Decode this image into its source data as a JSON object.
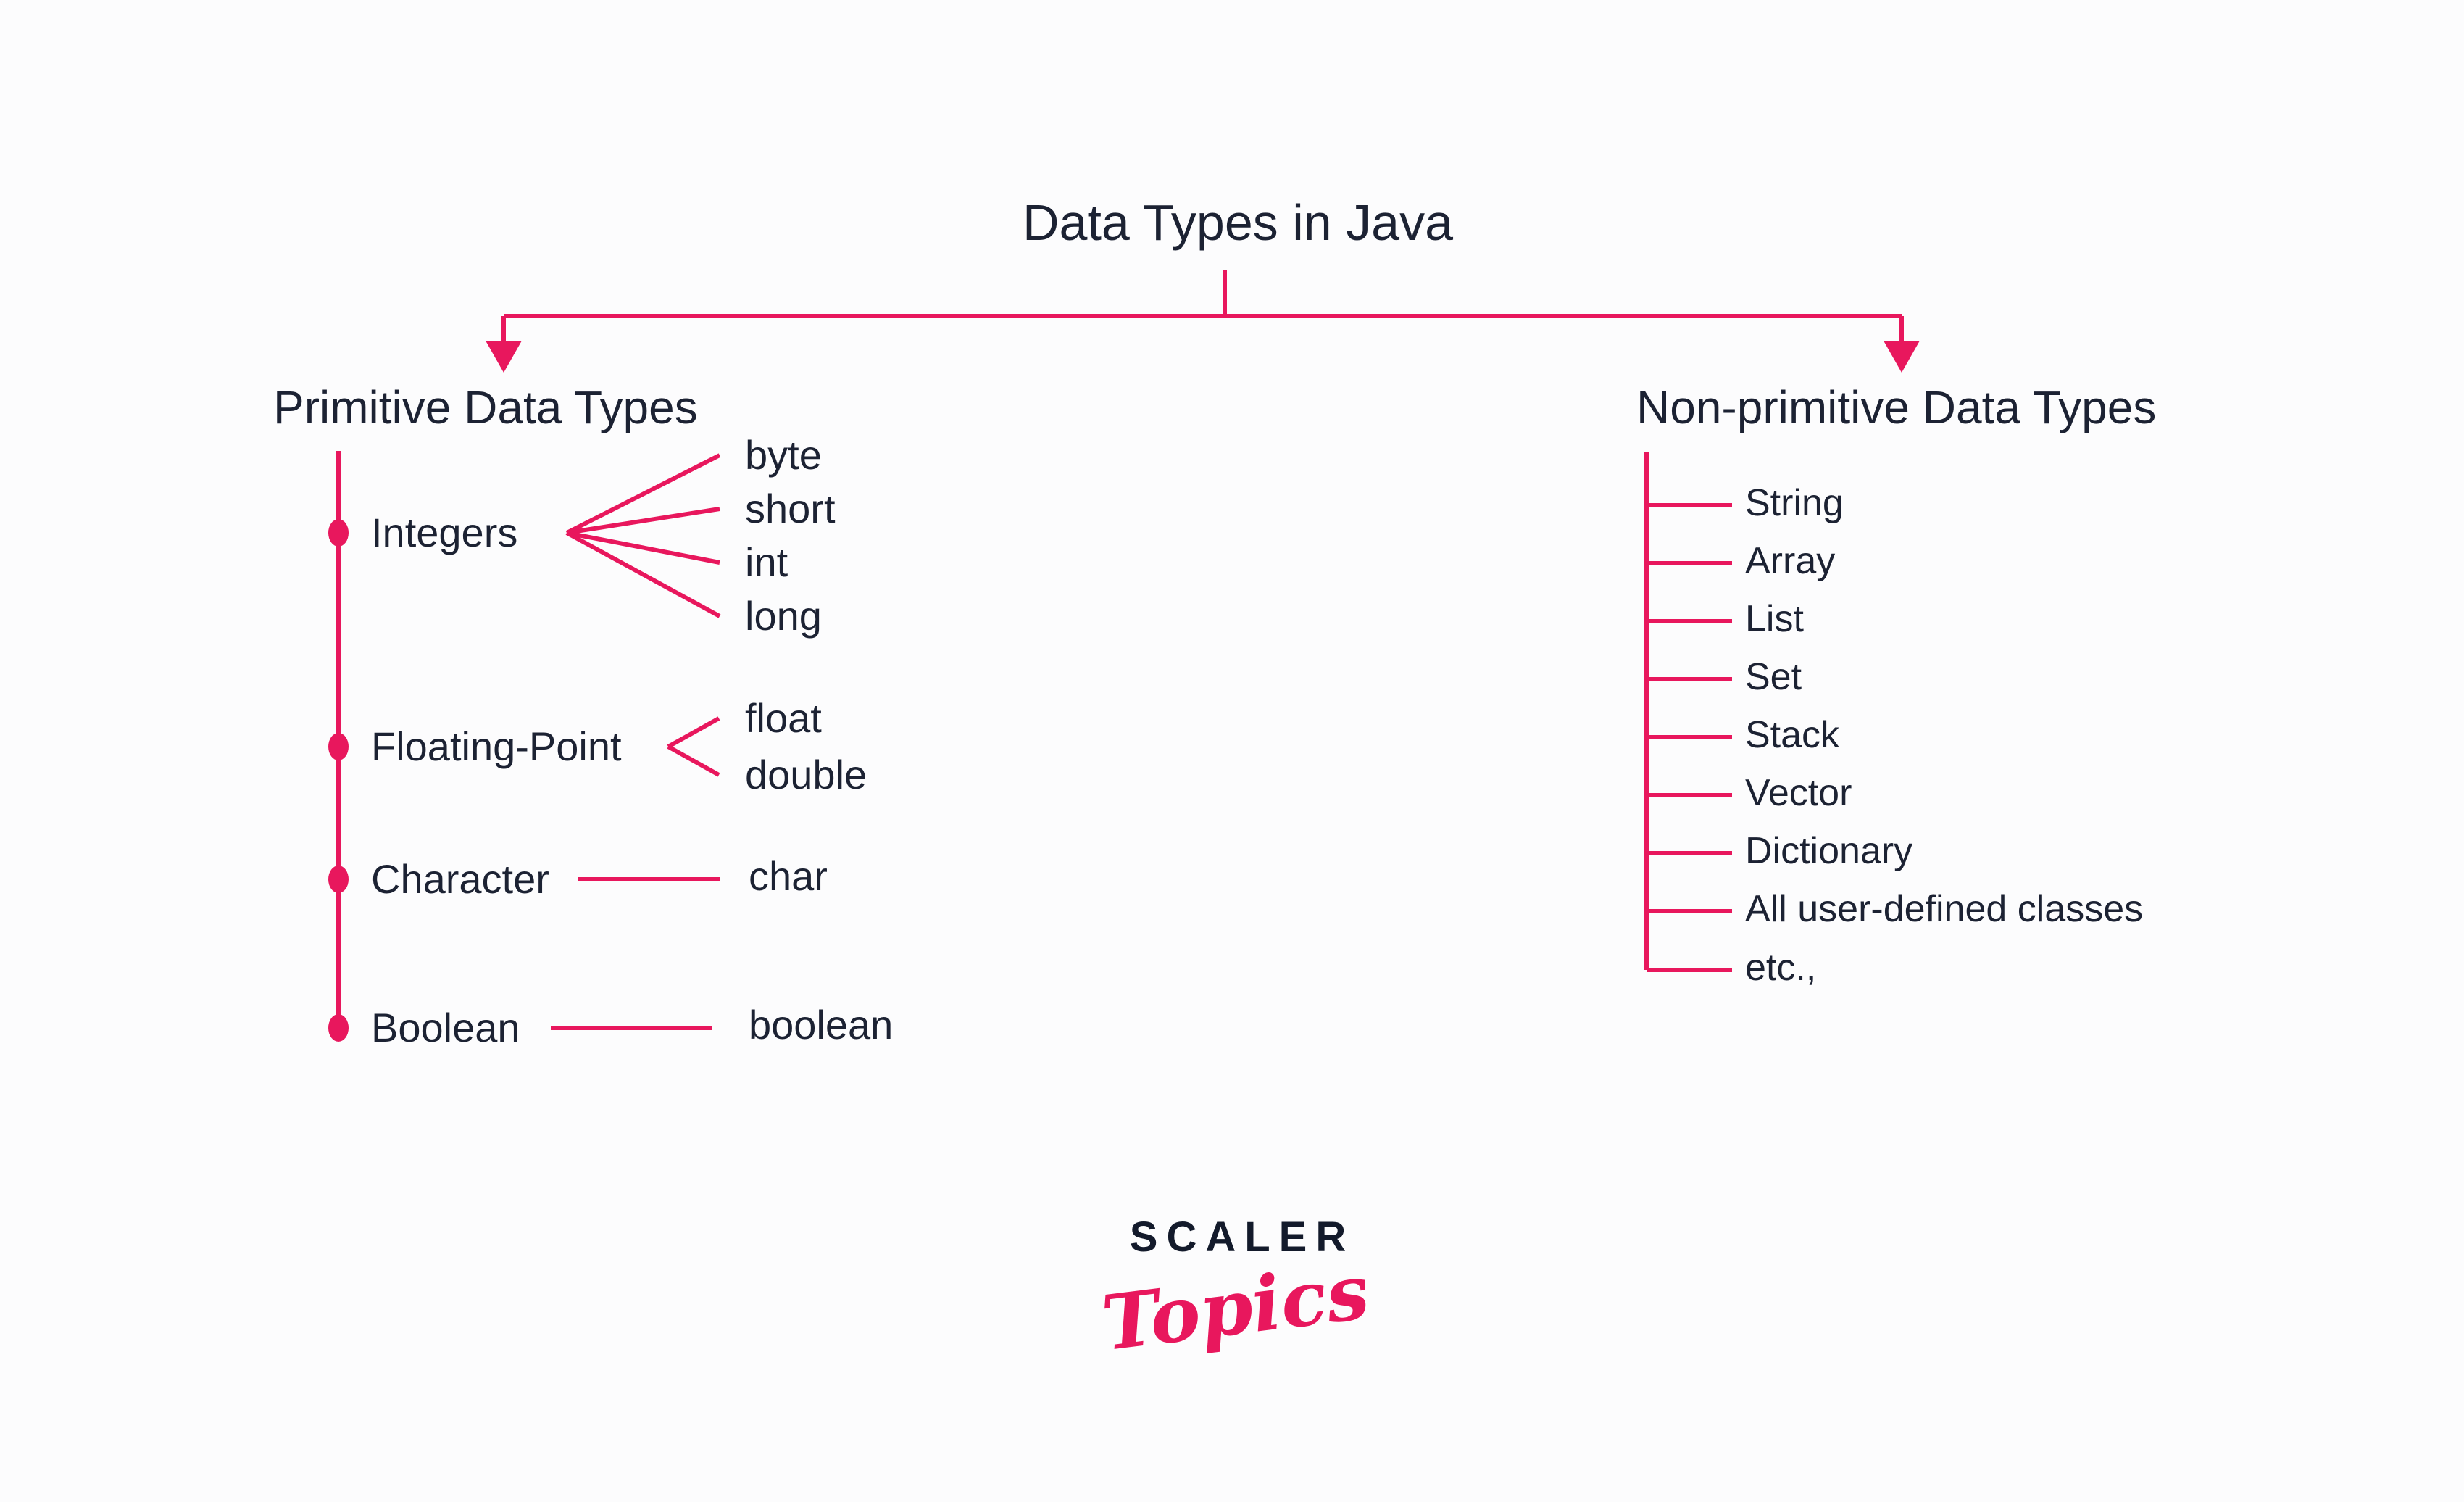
{
  "title": "Data Types in Java",
  "colors": {
    "accent": "#E8175D",
    "text": "#1C2233",
    "background": "#fcfcfd"
  },
  "left_branch": {
    "heading": "Primitive Data Types",
    "items": [
      {
        "label": "Integers",
        "subtypes": [
          "byte",
          "short",
          "int",
          "long"
        ]
      },
      {
        "label": "Floating-Point",
        "subtypes": [
          "float",
          "double"
        ]
      },
      {
        "label": "Character",
        "subtypes": [
          "char"
        ]
      },
      {
        "label": "Boolean",
        "subtypes": [
          "boolean"
        ]
      }
    ]
  },
  "right_branch": {
    "heading": "Non-primitive Data Types",
    "items": [
      "String",
      "Array",
      "List",
      "Set",
      "Stack",
      "Vector",
      "Dictionary",
      "All user-defined classes",
      "etc.,"
    ]
  },
  "logo": {
    "brand": "SCALER",
    "sub": "Topics"
  }
}
